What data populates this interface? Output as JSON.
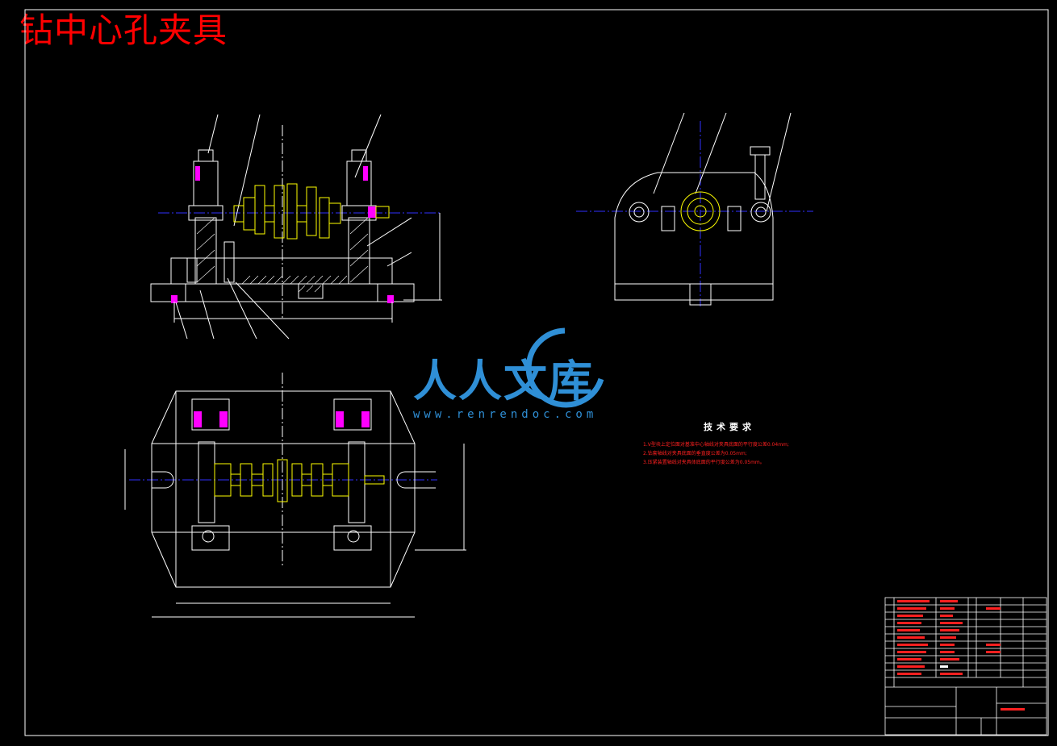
{
  "drawing": {
    "title": "钻中心孔夹具",
    "tech_requirements_title": "技术要求",
    "tech_requirements": [
      "1.V型块上定位面对基准中心轴线对夹具底面的平行度公差0.04mm;",
      "2.钻套轴线对夹具底面的垂直度公差为0.05mm;",
      "3.压紧装置轴线对夹具体底面的平行度公差为0.05mm。"
    ]
  },
  "watermark": {
    "brand": "人人文库",
    "url": "www.renrendoc.com"
  },
  "colors": {
    "background": "#000000",
    "line": "#ffffff",
    "title": "#ff0000",
    "part": "#ffff00",
    "centerline": "#3030ff",
    "hatch": "#ff00ff",
    "watermark": "#2f8fd6"
  }
}
